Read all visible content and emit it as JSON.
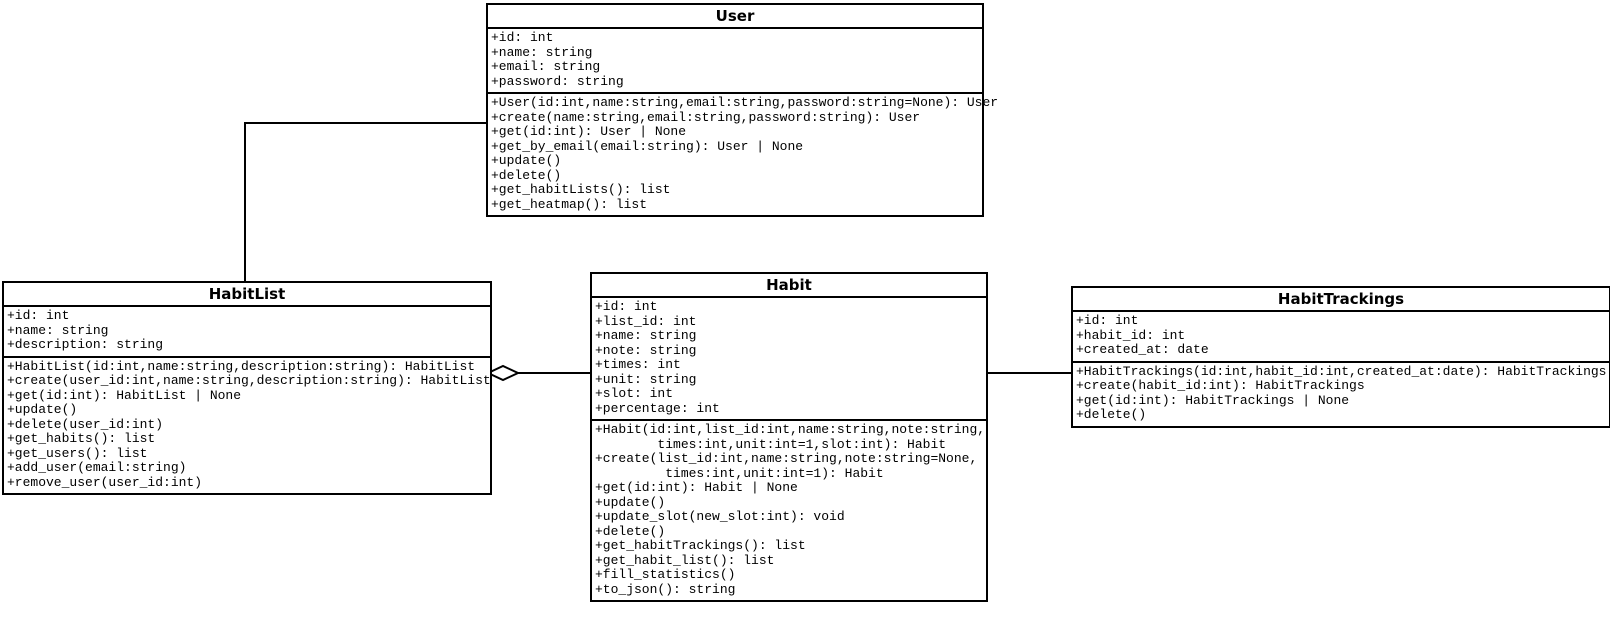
{
  "diagram_type": "UML class diagram",
  "classes": [
    {
      "name": "User",
      "attributes": [
        "+id: int",
        "+name: string",
        "+email: string",
        "+password: string"
      ],
      "methods": [
        "+User(id:int,name:string,email:string,password:string=None): User",
        "+create(name:string,email:string,password:string): User",
        "+get(id:int): User | None",
        "+get_by_email(email:string): User | None",
        "+update()",
        "+delete()",
        "+get_habitLists(): list",
        "+get_heatmap(): list"
      ]
    },
    {
      "name": "HabitList",
      "attributes": [
        "+id: int",
        "+name: string",
        "+description: string"
      ],
      "methods": [
        "+HabitList(id:int,name:string,description:string): HabitList",
        "+create(user_id:int,name:string,description:string): HabitList",
        "+get(id:int): HabitList | None",
        "+update()",
        "+delete(user_id:int)",
        "+get_habits(): list",
        "+get_users(): list",
        "+add_user(email:string)",
        "+remove_user(user_id:int)"
      ]
    },
    {
      "name": "Habit",
      "attributes": [
        "+id: int",
        "+list_id: int",
        "+name: string",
        "+note: string",
        "+times: int",
        "+unit: string",
        "+slot: int",
        "+percentage: int"
      ],
      "methods": [
        "+Habit(id:int,list_id:int,name:string,note:string,",
        "        times:int,unit:int=1,slot:int): Habit",
        "+create(list_id:int,name:string,note:string=None,",
        "         times:int,unit:int=1): Habit",
        "+get(id:int): Habit | None",
        "+update()",
        "+update_slot(new_slot:int): void",
        "+delete()",
        "+get_habitTrackings(): list",
        "+get_habit_list(): list",
        "+fill_statistics()",
        "+to_json(): string"
      ]
    },
    {
      "name": "HabitTrackings",
      "attributes": [
        "+id: int",
        "+habit_id: int",
        "+created_at: date"
      ],
      "methods": [
        "+HabitTrackings(id:int,habit_id:int,created_at:date): HabitTrackings",
        "+create(habit_id:int): HabitTrackings",
        "+get(id:int): HabitTrackings | None",
        "+delete()"
      ]
    }
  ],
  "relationships": [
    {
      "from": "User",
      "to": "HabitList",
      "type": "association"
    },
    {
      "from": "HabitList",
      "to": "Habit",
      "type": "aggregation",
      "diamond_at": "HabitList"
    },
    {
      "from": "Habit",
      "to": "HabitTrackings",
      "type": "association"
    }
  ],
  "colors": {
    "background": "#ffffff",
    "box_fill": "#ffffff",
    "line": "#000000",
    "text": "#000000"
  }
}
